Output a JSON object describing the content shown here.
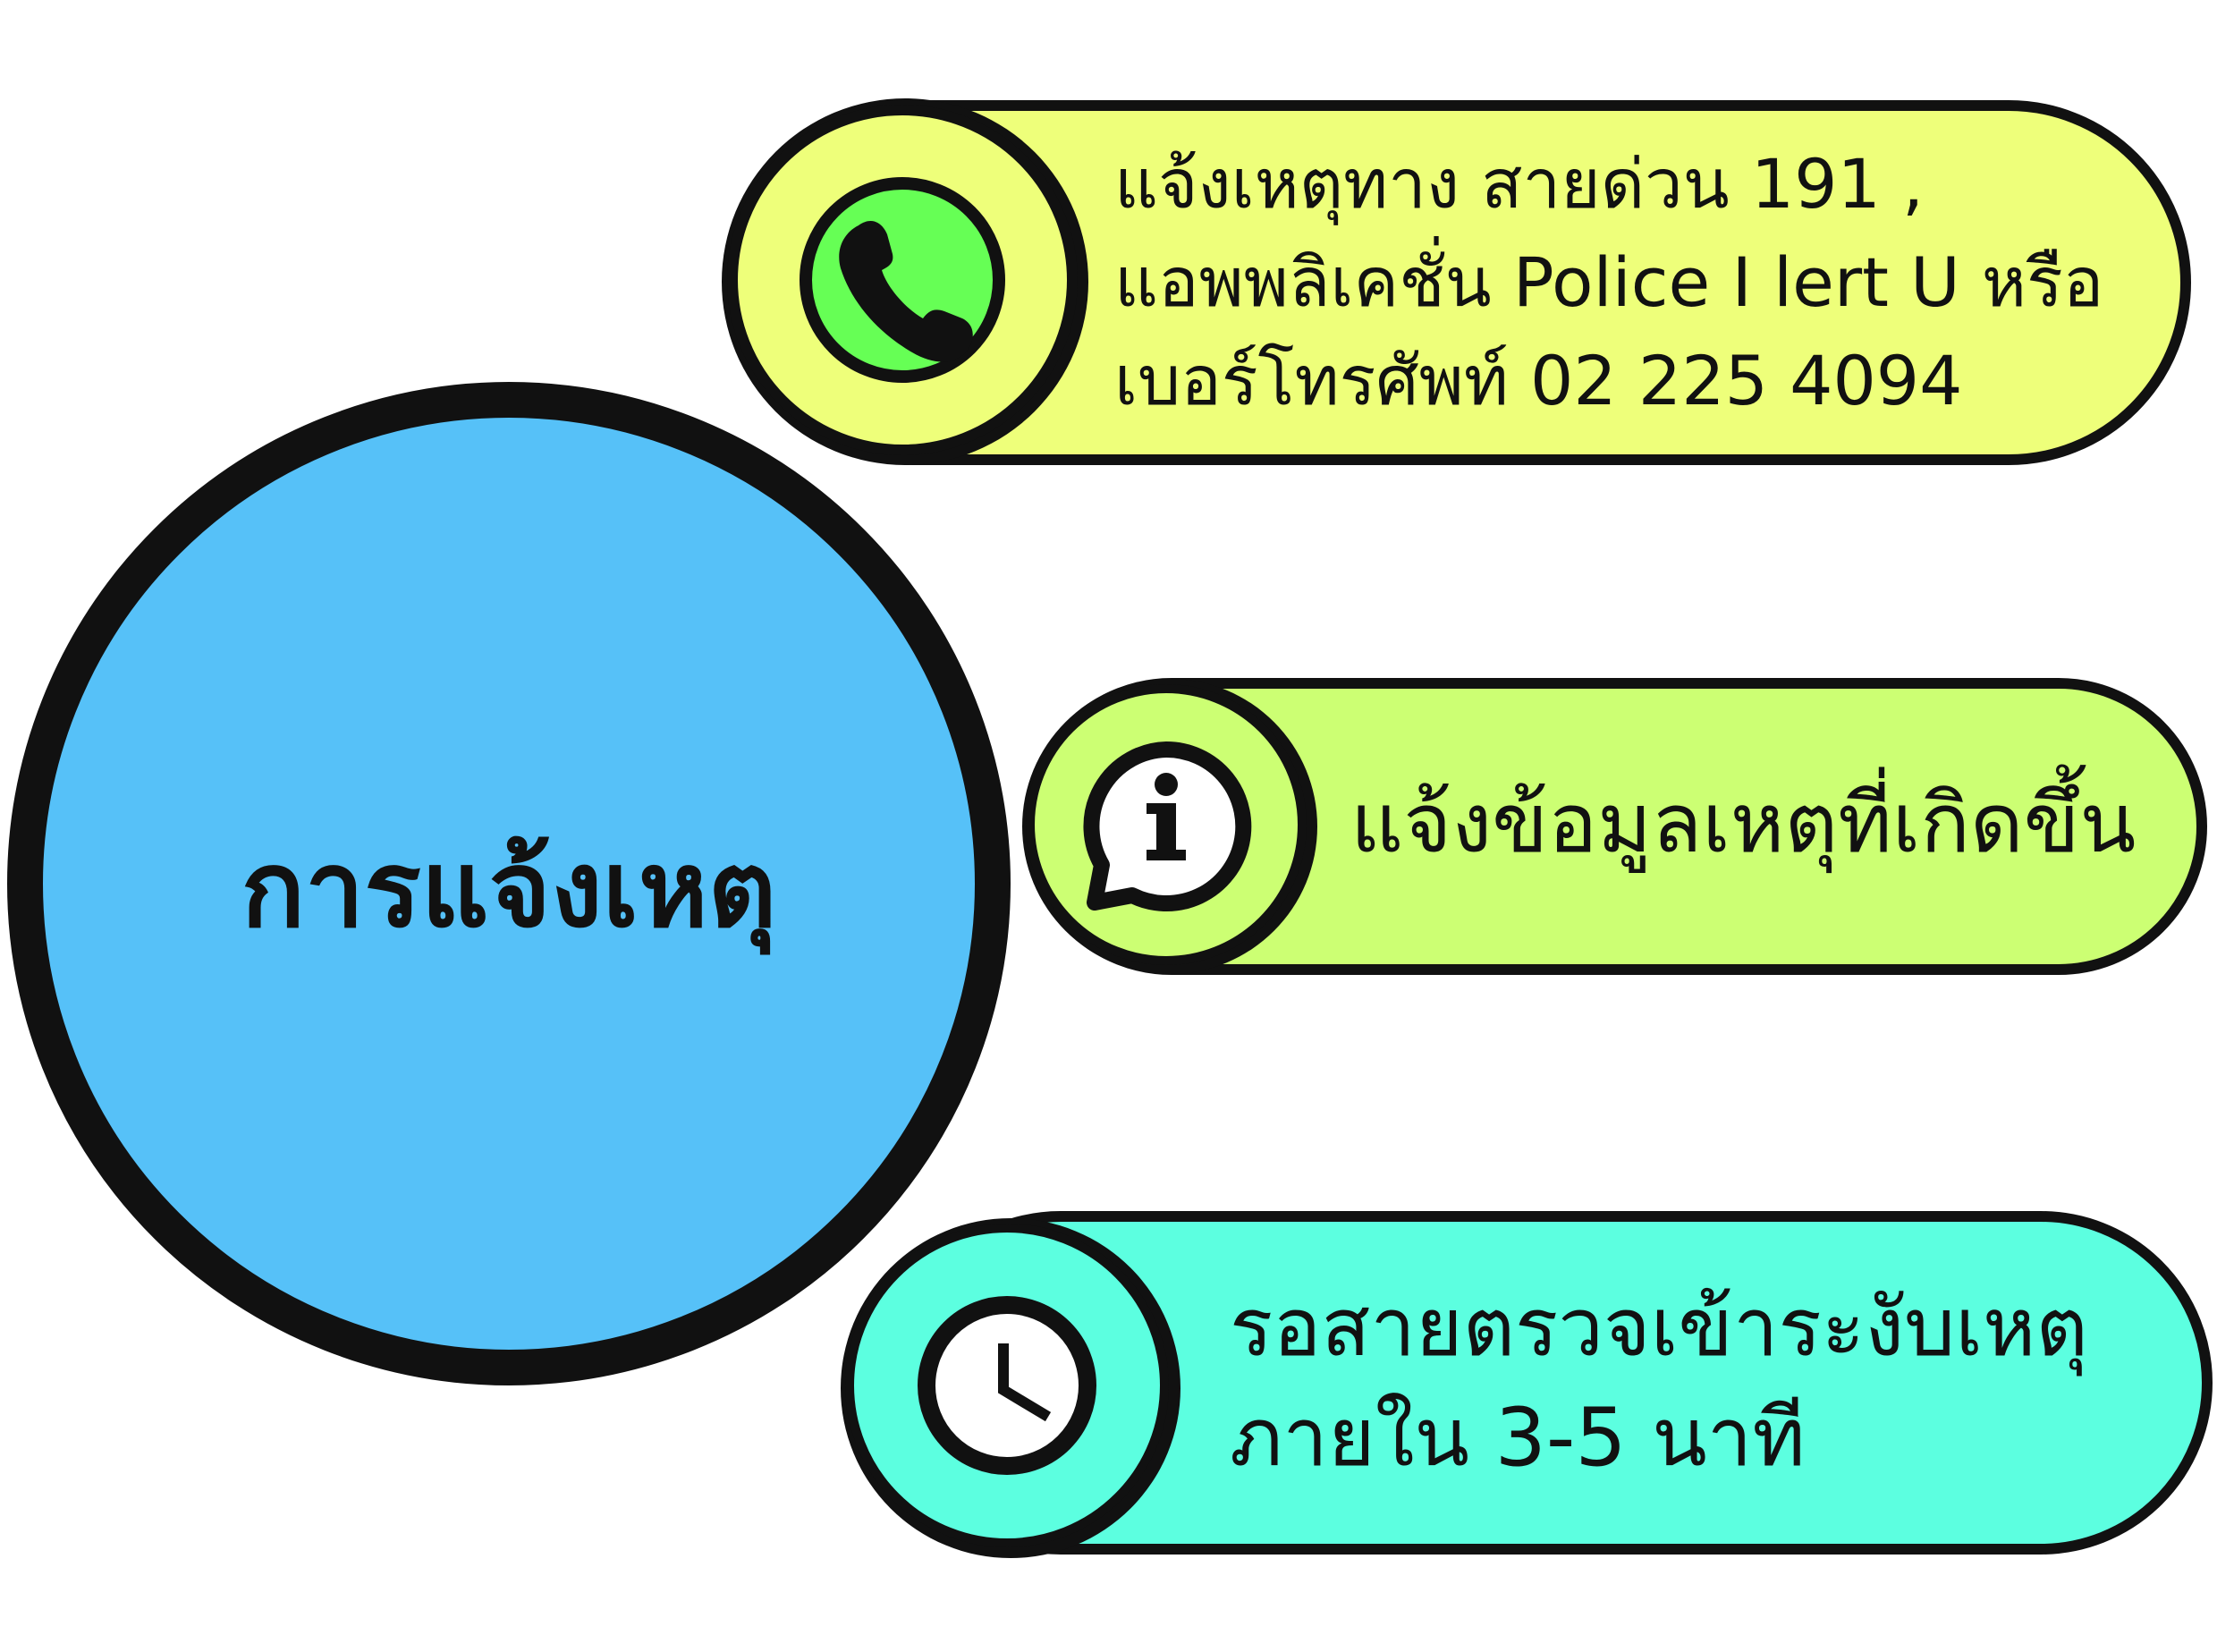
{
  "title": "การแจ้งเหตุ",
  "cards": [
    {
      "icon": "phone-icon",
      "lines": [
        "แจ้งเหตุทาง สายด่วน 191 ,",
        "แอพพลิเคชั่น Police I lert U หรือ",
        "เบอร์โทรศัพท์ 02 225 4094"
      ]
    },
    {
      "icon": "info-chat-icon",
      "lines": [
        "แจ้งข้อมูลเหตุที่เกิดขึ้น"
      ]
    },
    {
      "icon": "clock-icon",
      "lines": [
        "รอสายตรวจเข้าระงับเหตุ",
        "ภายใน 3-5 นาที"
      ]
    }
  ],
  "colors": {
    "main_circle": "#56C1F8",
    "card1": "#EEFF7A",
    "card2": "#CCFF73",
    "card3": "#5CFFE0",
    "phone_green": "#66FF55",
    "outline": "#111111"
  }
}
